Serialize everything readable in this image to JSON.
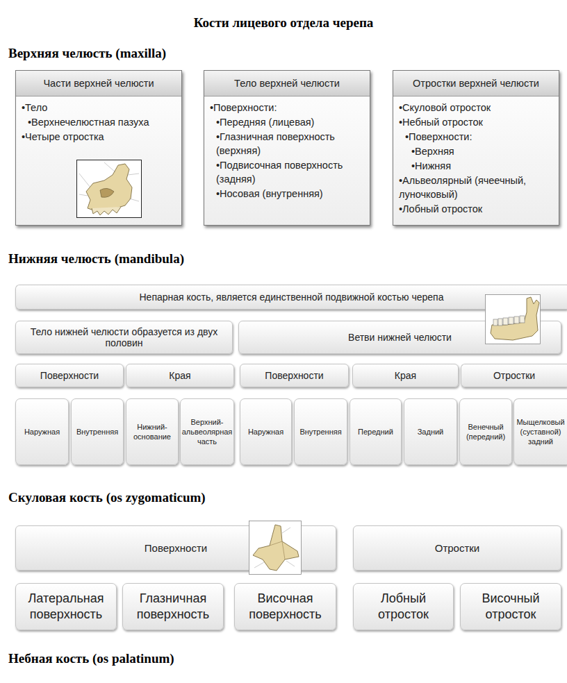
{
  "diagram": {
    "title": "Кости лицевого отдела черепа",
    "nodes": [
      {
        "text": [
          "Части верхней челюсти",
          "•Тело",
          "•Верхнечелюстная пазуха",
          "•Четыре отростка"
        ]
      },
      {
        "text": [
          "Тело верхней челюсти",
          "•Поверхности:",
          "•Передняя (лицевая)",
          "•Глазничная поверхность (верхняя)",
          "•Подвисочная поверхность (задняя)",
          "•Носовая (внутренняя)"
        ]
      },
      {
        "text": [
          "Отростки верхней челюсти",
          "•Скуловой отросток",
          "•Небный отросток",
          "•Поверхности:",
          "•Верхняя",
          "•Нижняя",
          "•Альвеолярный (ячеечный, луночковый)",
          "•Лобный отросток"
        ]
      },
      {
        "text": [
          "Непарная кость, является единственной подвижной костью черепа"
        ]
      },
      {
        "text": [
          "Тело нижней челюсти образуется из двух половин"
        ]
      },
      {
        "text": [
          "Ветви нижней челюсти"
        ]
      },
      {
        "text": [
          "Поверхности"
        ]
      },
      {
        "text": [
          "Края"
        ]
      },
      {
        "text": [
          "Поверхности"
        ]
      },
      {
        "text": [
          "Края"
        ]
      },
      {
        "text": [
          "Отростки"
        ]
      },
      {
        "text": [
          "Наружная"
        ]
      },
      {
        "text": [
          "Внутренняя"
        ]
      },
      {
        "text": [
          "Нижний-основание"
        ]
      },
      {
        "text": [
          "Верхний-альвеолярная часть"
        ]
      },
      {
        "text": [
          "Наружная"
        ]
      },
      {
        "text": [
          "Внутренняя"
        ]
      },
      {
        "text": [
          "Передний"
        ]
      },
      {
        "text": [
          "Задний"
        ]
      },
      {
        "text": [
          "Венечный (передний)"
        ]
      },
      {
        "text": [
          "Мыщелковый (суставной) задний"
        ]
      },
      {
        "text": [
          "Поверхности"
        ]
      },
      {
        "text": [
          "Отростки"
        ]
      },
      {
        "text": [
          "Латеральная поверхность"
        ]
      },
      {
        "text": [
          "Глазничная поверхность"
        ]
      },
      {
        "text": [
          "Височная поверхность"
        ]
      },
      {
        "text": [
          "Лобный отросток"
        ]
      },
      {
        "text": [
          "Височный отросток"
        ]
      }
    ],
    "labels": [
      "Верхняя челюсть (maxilla)",
      "Нижняя челюсть (mandibula)",
      "Скуловая кость (os zygomaticum)",
      "Небная кость (os palatinum)"
    ]
  }
}
